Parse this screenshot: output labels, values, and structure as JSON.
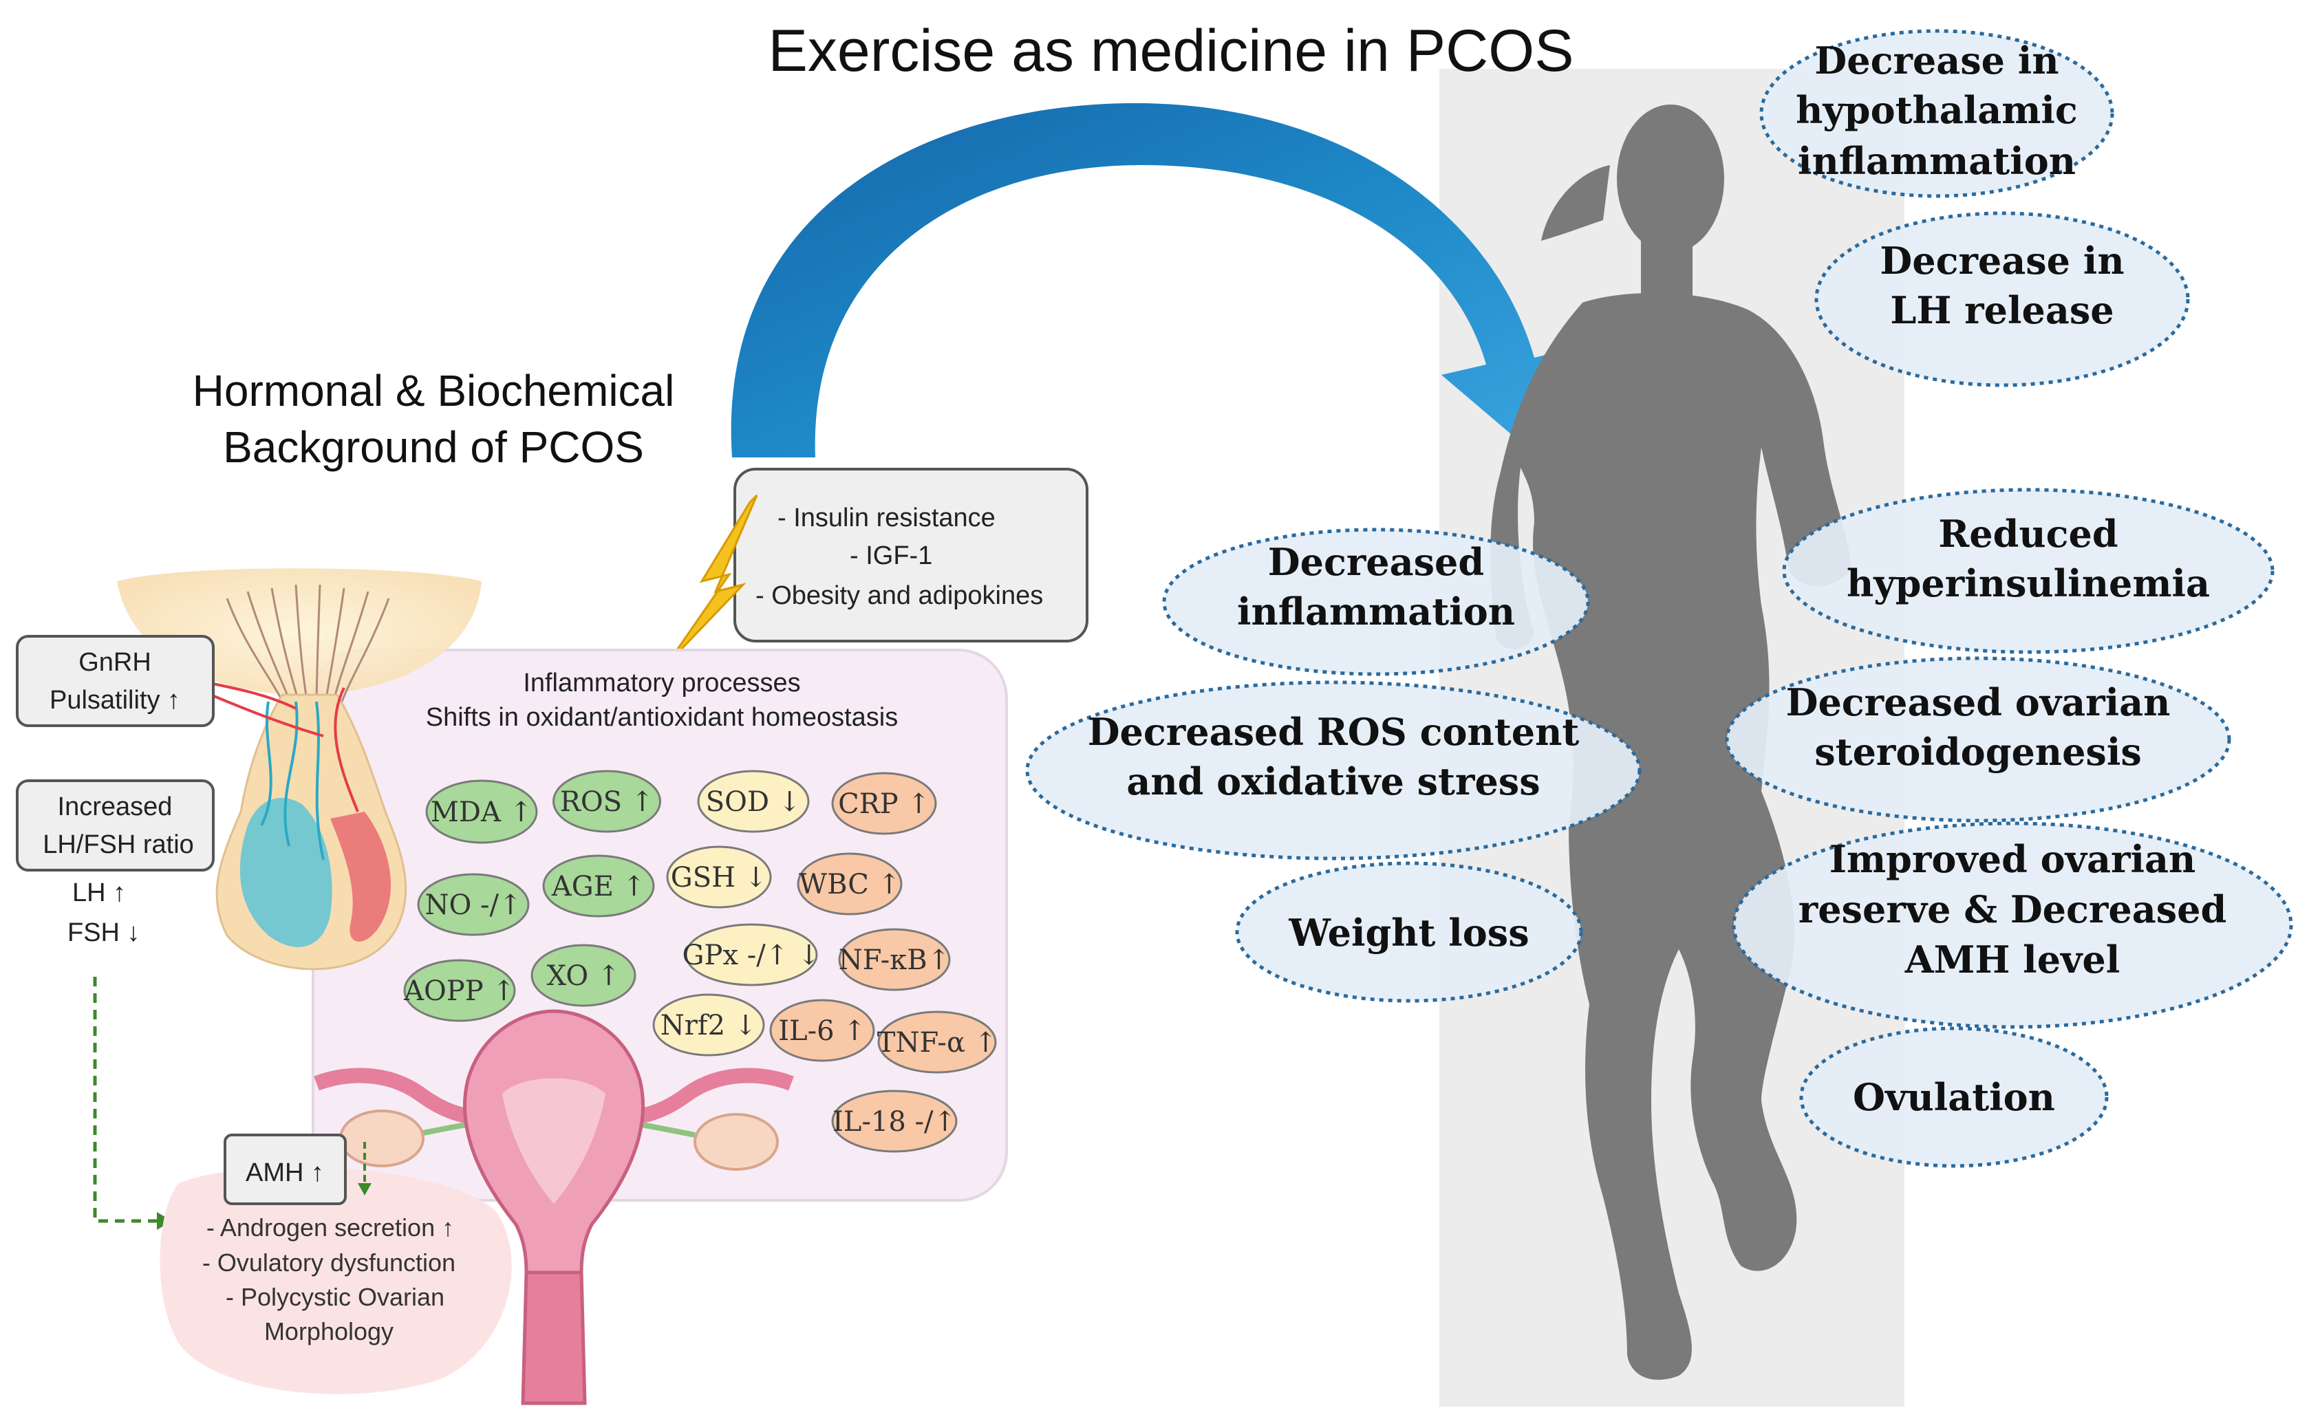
{
  "title": "Exercise as medicine in PCOS",
  "left_heading": {
    "line1": "Hormonal & Biochemical",
    "line2": "Background of PCOS"
  },
  "risk_box": {
    "line1": "-    Insulin resistance",
    "line2": "-    IGF-1",
    "line3": "- Obesity and adipokines"
  },
  "gnrh_box": {
    "line1": "GnRH",
    "line2": "Pulsatility ↑"
  },
  "lhfsh_box": {
    "line1": "Increased",
    "line2": "LH/FSH ratio"
  },
  "lh_label": "LH ↑",
  "fsh_label": "FSH ↓",
  "inflammation_panel": {
    "line1": "Inflammatory processes",
    "line2": "Shifts in oxidant/antioxidant homeostasis"
  },
  "markers": [
    {
      "label": "MDA ↑",
      "color": "#a8d89a"
    },
    {
      "label": "ROS ↑",
      "color": "#a8d89a"
    },
    {
      "label": "NO -/↑",
      "color": "#a8d89a"
    },
    {
      "label": "AGE ↑",
      "color": "#a8d89a"
    },
    {
      "label": "AOPP ↑",
      "color": "#a8d89a"
    },
    {
      "label": "XO ↑",
      "color": "#a8d89a"
    },
    {
      "label": "SOD ↓",
      "color": "#fdf1c4"
    },
    {
      "label": "GSH ↓",
      "color": "#fdf1c4"
    },
    {
      "label": "GPx -/↑ ↓",
      "color": "#fdf1c4"
    },
    {
      "label": "Nrf2 ↓",
      "color": "#fdf1c4"
    },
    {
      "label": "CRP ↑",
      "color": "#f9c8a6"
    },
    {
      "label": "WBC ↑",
      "color": "#f9c8a6"
    },
    {
      "label": "NF-κB↑",
      "color": "#f9c8a6"
    },
    {
      "label": "IL-6 ↑",
      "color": "#f9c8a6"
    },
    {
      "label": "TNF-α ↑",
      "color": "#f9c8a6"
    },
    {
      "label": "IL-18 -/↑",
      "color": "#f9c8a6"
    }
  ],
  "amh_box": "AMH ↑",
  "outcomes": {
    "line1": "- Androgen secretion ↑",
    "line2": "- Ovulatory dysfunction",
    "line3": "- Polycystic Ovarian",
    "line4": "Morphology"
  },
  "effects": [
    {
      "line1": "Decrease in",
      "line2": "hypothalamic",
      "line3": "inflammation"
    },
    {
      "line1": "Decrease in",
      "line2": "LH release"
    },
    {
      "line1": "Decreased",
      "line2": "inflammation"
    },
    {
      "line1": "Reduced",
      "line2": "hyperinsulinemia"
    },
    {
      "line1": "Decreased ROS content",
      "line2": "and oxidative stress"
    },
    {
      "line1": "Decreased ovarian",
      "line2": "steroidogenesis"
    },
    {
      "line1": "Weight loss"
    },
    {
      "line1": "Improved ovarian",
      "line2": "reserve & Decreased",
      "line3": "AMH level"
    },
    {
      "line1": "Ovulation"
    }
  ],
  "colors": {
    "arrow": "#1e88c7",
    "effect_fill": "#e4eef6",
    "effect_border": "#2a6a9e",
    "panel_fill": "#f7ecf6",
    "runner": "#7a7a7a",
    "bg_strip": "#ececec"
  }
}
